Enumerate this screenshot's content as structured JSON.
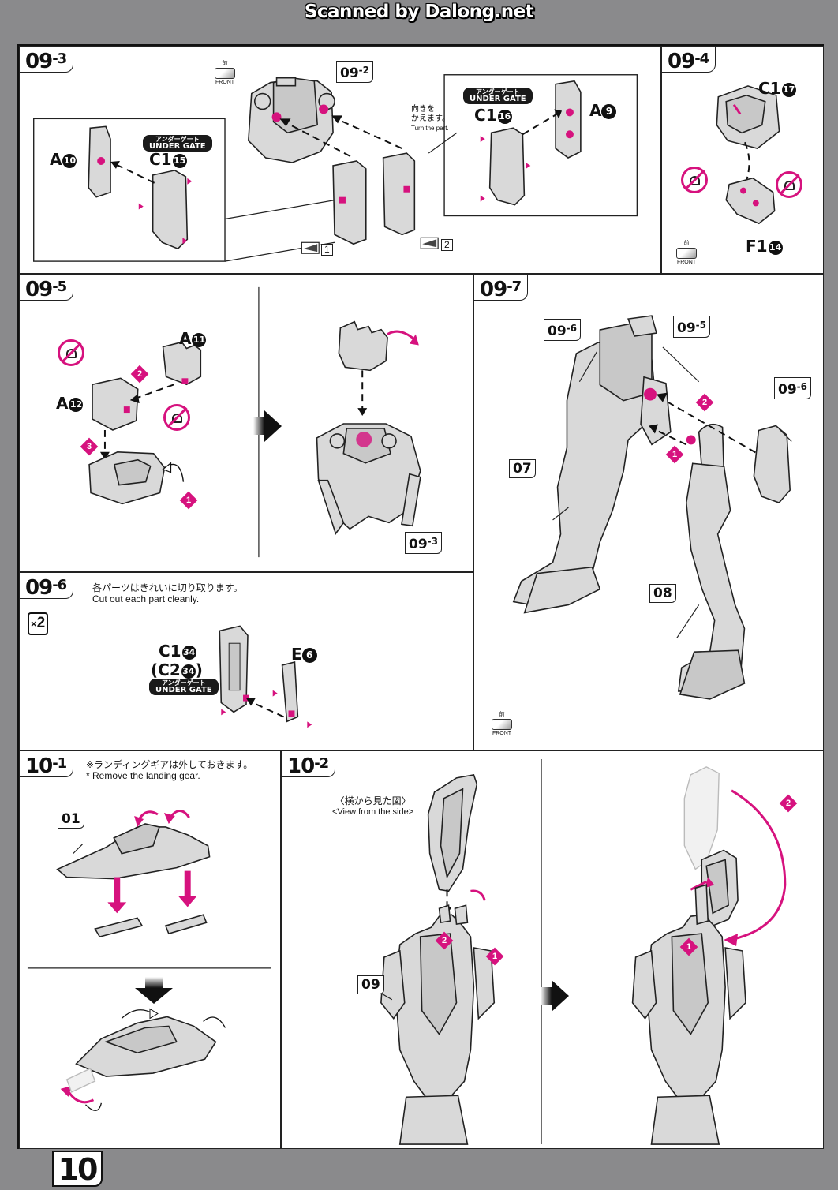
{
  "watermark": "Scanned by Dalong.net",
  "page_number": "10",
  "common": {
    "front_jp": "前",
    "front_en": "FRONT",
    "under_gate_jp": "アンダーゲート",
    "under_gate_en": "UNDER GATE"
  },
  "step_09_3": {
    "tag_main": "09",
    "tag_sub": "-3",
    "ref_09_2": {
      "main": "09",
      "sub": "-2"
    },
    "turn_jp_1": "向きを",
    "turn_jp_2": "かえます。",
    "turn_en": "Turn the part.",
    "left_inset": {
      "part_a": "A",
      "part_a_num": "10",
      "part_c": "C1",
      "part_c_num": "15"
    },
    "right_inset": {
      "part_c": "C1",
      "part_c_num": "16",
      "part_a": "A",
      "part_a_num": "9"
    },
    "marker_1": "1",
    "marker_2": "2"
  },
  "step_09_4": {
    "tag_main": "09",
    "tag_sub": "-4",
    "part_top": "C1",
    "part_top_num": "17",
    "part_bottom": "F1",
    "part_bottom_num": "14"
  },
  "step_09_5": {
    "tag_main": "09",
    "tag_sub": "-5",
    "part_1": "A",
    "part_1_num": "11",
    "part_2": "A",
    "part_2_num": "12",
    "steps": [
      "1",
      "2",
      "3"
    ],
    "ref_09_3": {
      "main": "09",
      "sub": "-3"
    }
  },
  "step_09_6": {
    "tag_main": "09",
    "tag_sub": "-6",
    "note_jp": "各パーツはきれいに切り取ります。",
    "note_en": "Cut out each part cleanly.",
    "multiplier_x": "×",
    "multiplier_n": "2",
    "part_1": "C1",
    "part_1_num": "34",
    "part_1_alt_open": "(C2",
    "part_1_alt_num": "34",
    "part_1_alt_close": ")",
    "part_2": "E",
    "part_2_num": "6"
  },
  "step_09_7": {
    "tag_main": "09",
    "tag_sub": "-7",
    "ref_left": {
      "main": "09",
      "sub": "-6"
    },
    "ref_center": {
      "main": "09",
      "sub": "-5"
    },
    "ref_right": {
      "main": "09",
      "sub": "-6"
    },
    "ref_07": "07",
    "ref_08": "08",
    "steps": [
      "1",
      "2"
    ]
  },
  "step_10_1": {
    "tag_main": "10",
    "tag_sub": "-1",
    "note_jp": "※ランディングギアは外しておきます。",
    "note_en": "* Remove the landing gear.",
    "ref_01": "01"
  },
  "step_10_2": {
    "tag_main": "10",
    "tag_sub": "-2",
    "side_view_jp": "〈横から見た図〉",
    "side_view_en": "<View from the side>",
    "ref_09": "09",
    "steps": [
      "1",
      "2"
    ]
  }
}
